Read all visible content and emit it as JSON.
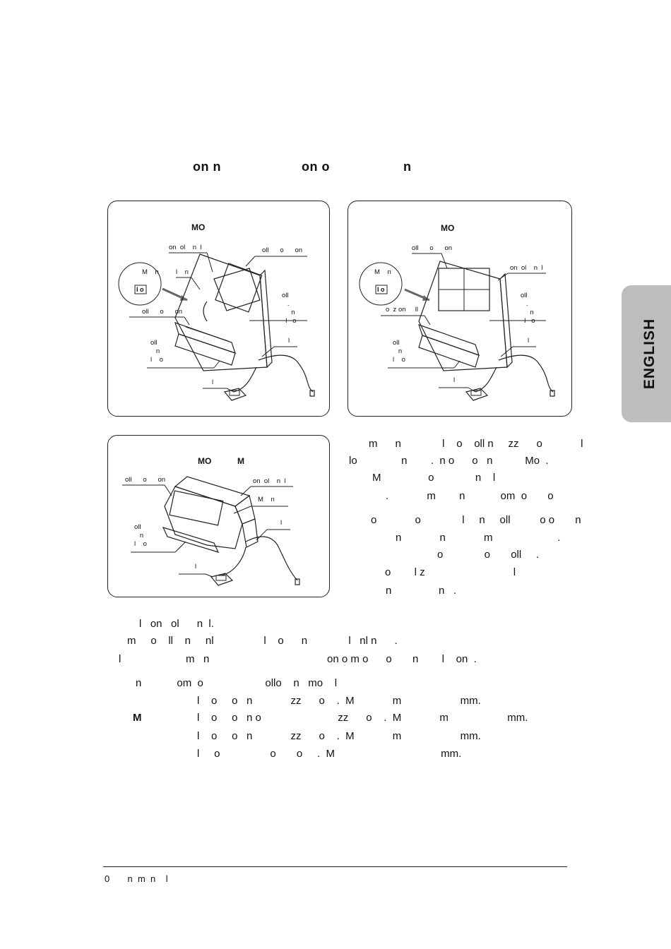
{
  "heading": {
    "part1": "on   n",
    "part2": "on   o",
    "part3": "n"
  },
  "side_tab": "ENGLISH",
  "panel1": {
    "title": "MO",
    "labels": [
      "on  ol    n  l",
      "oll      o      on",
      "M    n",
      "l    n",
      "oll\n   .\n     n\n  l   o",
      "oll      o      on",
      "oll\n   n\nl    o",
      "l",
      "l"
    ],
    "switch_text": "I o"
  },
  "panel2": {
    "title": "MO",
    "labels": [
      "oll      o      on",
      "on  ol    n  l",
      "M    n",
      "oll\n   .\n     n\n  l   o",
      "o  z on     ll",
      "oll\n   n\nl    o",
      "l",
      "l"
    ],
    "switch_text": "I o"
  },
  "panel3": {
    "title_a": "MO",
    "title_b": "M",
    "labels": [
      "oll      o      on",
      "on  ol    n  l",
      "M    n",
      "oll\n   n\nl    o",
      "l",
      "l"
    ]
  },
  "right_text": [
    "m      n              l    o    oll n     zz      o             l",
    "lo               n        .  n o      o   n           Mo  .",
    "M                o              n    l",
    ".             m        n            om  o       o",
    "o             o              l     n     oll          o o       n",
    "n             n             m                      .",
    "o              o       oll     .",
    "o        l z                              l",
    "n                n   ."
  ],
  "body_lines": [
    "l   on   ol      n  l.",
    "m     o    ll    n     nl                 l    o      n              l   nl n      .",
    "l                      m   n                                        on o m o      o       n        l    on  .",
    "n            om  o                     ollo    n   mo    l",
    "l    o     o   n             zz      o    .  M             m                    mm.",
    "M",
    "l    o     o   n o                          zz      o    .  M             m                    mm.",
    "l    o     o   n             zz      o    .  M             m                    mm.",
    "l     o                 o       o     .  M                                    mm."
  ],
  "footer": "0       n  m  n    l"
}
